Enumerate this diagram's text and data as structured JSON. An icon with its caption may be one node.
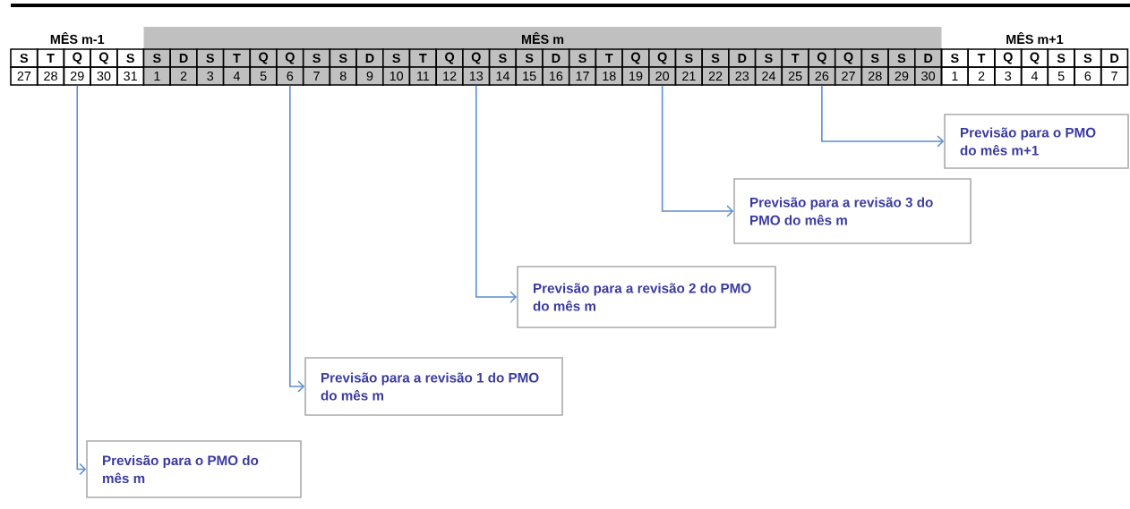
{
  "diagram": {
    "nodes": [
      {
        "text": [
          "27"
        ]
      },
      {
        "text": [
          "28"
        ]
      },
      {
        "text": [
          "29"
        ]
      },
      {
        "text": [
          "30"
        ]
      },
      {
        "text": [
          "31"
        ]
      },
      {
        "text": [
          "1"
        ]
      },
      {
        "text": [
          "2"
        ]
      },
      {
        "text": [
          "3"
        ]
      },
      {
        "text": [
          "4"
        ]
      },
      {
        "text": [
          "5"
        ]
      },
      {
        "text": [
          "6"
        ]
      },
      {
        "text": [
          "7"
        ]
      },
      {
        "text": [
          "8"
        ]
      },
      {
        "text": [
          "9"
        ]
      },
      {
        "text": [
          "10"
        ]
      },
      {
        "text": [
          "11"
        ]
      },
      {
        "text": [
          "12"
        ]
      },
      {
        "text": [
          "13"
        ]
      },
      {
        "text": [
          "14"
        ]
      },
      {
        "text": [
          "15"
        ]
      },
      {
        "text": [
          "16"
        ]
      },
      {
        "text": [
          "17"
        ]
      },
      {
        "text": [
          "18"
        ]
      },
      {
        "text": [
          "19"
        ]
      },
      {
        "text": [
          "20"
        ]
      },
      {
        "text": [
          "21"
        ]
      },
      {
        "text": [
          "22"
        ]
      },
      {
        "text": [
          "23"
        ]
      },
      {
        "text": [
          "24"
        ]
      },
      {
        "text": [
          "25"
        ]
      },
      {
        "text": [
          "26"
        ]
      },
      {
        "text": [
          "27"
        ]
      },
      {
        "text": [
          "28"
        ]
      },
      {
        "text": [
          "29"
        ]
      },
      {
        "text": [
          "30"
        ]
      },
      {
        "text": [
          "1"
        ]
      },
      {
        "text": [
          "2"
        ]
      },
      {
        "text": [
          "3"
        ]
      },
      {
        "text": [
          "4"
        ]
      },
      {
        "text": [
          "5"
        ]
      },
      {
        "text": [
          "6"
        ]
      },
      {
        "text": [
          "7"
        ]
      },
      {
        "text": [
          "Previsão para o PMO do mês m+1"
        ]
      },
      {
        "text": [
          "Previsão para a revisão 3 do PMO do mês m"
        ]
      },
      {
        "text": [
          "Previsão para a revisão 2 do PMO do mês m"
        ]
      },
      {
        "text": [
          "Previsão para a revisão 1 do PMO do mês m"
        ]
      },
      {
        "text": [
          "Previsão para o PMO do mês m"
        ]
      }
    ],
    "edges": [
      {
        "from": 2,
        "to": 46,
        "arrow": "to"
      },
      {
        "from": 10,
        "to": 45,
        "arrow": "to"
      },
      {
        "from": 17,
        "to": 44,
        "arrow": "to"
      },
      {
        "from": 24,
        "to": 43,
        "arrow": "to"
      },
      {
        "from": 30,
        "to": 42,
        "arrow": "to"
      }
    ],
    "labels": [
      "MÊS m-1",
      "MÊS m",
      "MÊS m+1",
      "S",
      "T",
      "Q",
      "Q",
      "S",
      "S",
      "D",
      "S",
      "T",
      "Q",
      "Q",
      "S",
      "S",
      "D",
      "S",
      "T",
      "Q",
      "Q",
      "S",
      "S",
      "D",
      "S",
      "T",
      "Q",
      "Q",
      "S",
      "S",
      "D",
      "S",
      "T",
      "Q",
      "Q",
      "S",
      "S",
      "D",
      "S",
      "T",
      "Q",
      "Q",
      "S",
      "S",
      "D"
    ]
  }
}
